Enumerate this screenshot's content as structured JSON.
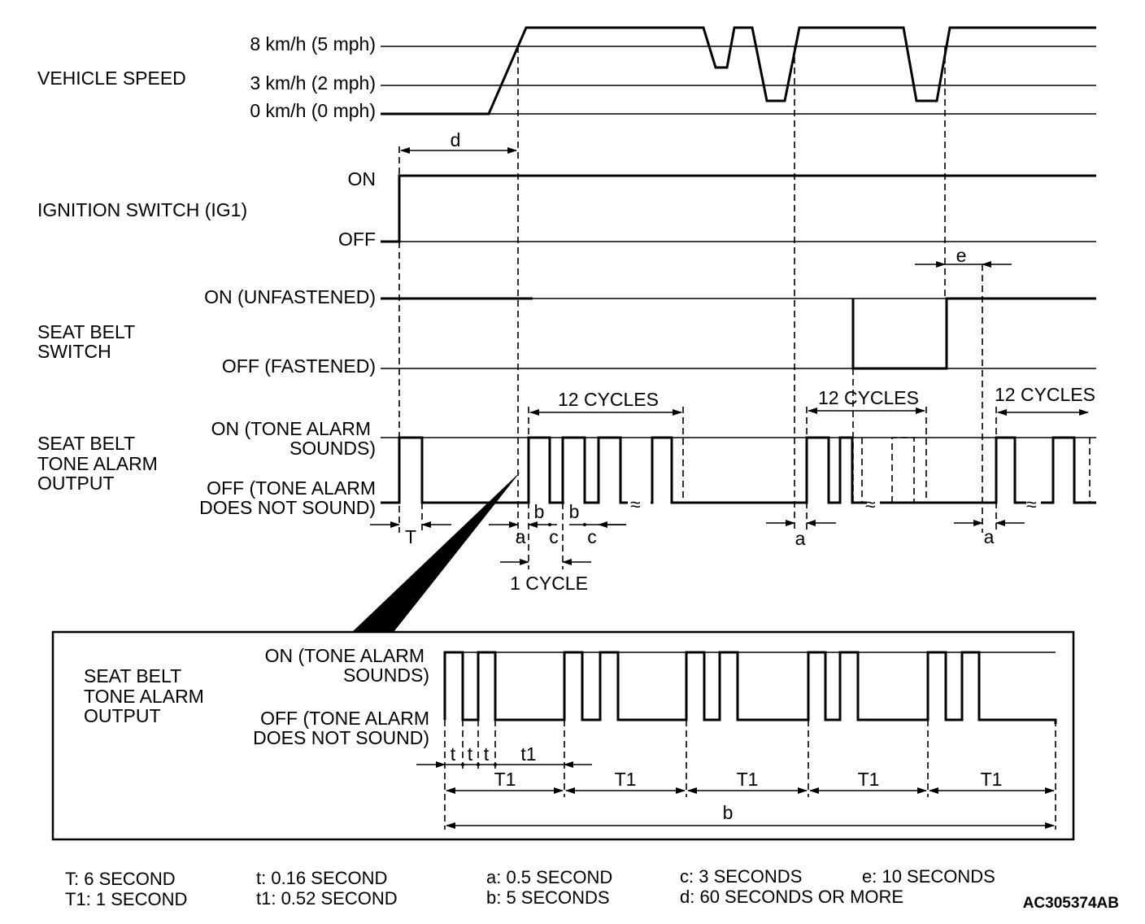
{
  "signals": {
    "vehicle_speed": {
      "label": "VEHICLE SPEED",
      "levels": [
        "8 km/h (5 mph)",
        "3 km/h (2 mph)",
        "0 km/h (0 mph)"
      ]
    },
    "ignition": {
      "label": "IGNITION SWITCH (IG1)",
      "on": "ON",
      "off": "OFF"
    },
    "seat_belt_switch": {
      "label_line1": "SEAT BELT",
      "label_line2": "SWITCH",
      "on": "ON (UNFASTENED)",
      "off": "OFF (FASTENED)"
    },
    "tone_alarm": {
      "label_line1": "SEAT BELT",
      "label_line2": "TONE ALARM",
      "label_line3": "OUTPUT",
      "on_line1": "ON (TONE ALARM",
      "on_line2": "SOUNDS)",
      "off_line1": "OFF (TONE ALARM",
      "off_line2": "DOES NOT SOUND)"
    }
  },
  "annotations": {
    "d": "d",
    "e": "e",
    "a": "a",
    "b": "b",
    "c": "c",
    "T": "T",
    "twelve_cycles": "12 CYCLES",
    "one_cycle": "1 CYCLE",
    "t": "t",
    "t1": "t1",
    "T1": "T1"
  },
  "legend": {
    "T": "T: 6 SECOND",
    "T1": "T1: 1 SECOND",
    "t": "t: 0.16 SECOND",
    "t1": "t1: 0.52 SECOND",
    "a": "a: 0.5 SECOND",
    "b": "b: 5 SECONDS",
    "c": "c: 3 SECONDS",
    "d": "d: 60 SECONDS  OR MORE",
    "e": "e: 10 SECONDS"
  },
  "figure_code": "AC305374AB"
}
